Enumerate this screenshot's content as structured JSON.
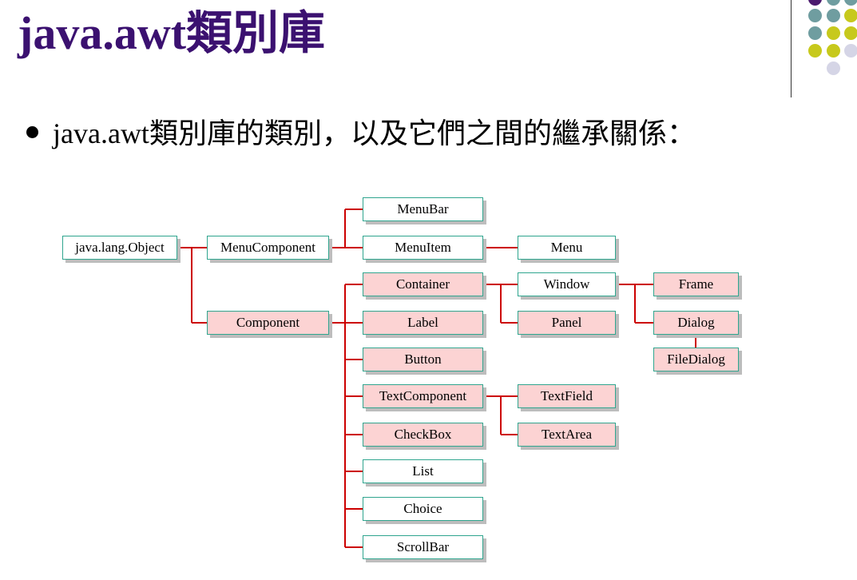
{
  "slide": {
    "title": "java.awt類別庫",
    "bullet": "java.awt類別庫的類別，以及它們之間的繼承關係："
  },
  "colors": {
    "title": "#3b1170",
    "connector": "#cc0000",
    "node_border": "#2fa58e",
    "node_pink_fill": "#fcd3d3",
    "node_white_fill": "#ffffff",
    "decor_purple": "#4b1a6e",
    "decor_teal": "#6f9da0",
    "decor_olive": "#c7c91c",
    "decor_lavender": "#d5d5e6"
  },
  "diagram": {
    "nodes": {
      "object": "java.lang.Object",
      "menu_component": "MenuComponent",
      "menubar": "MenuBar",
      "menuitem": "MenuItem",
      "menu": "Menu",
      "component": "Component",
      "container": "Container",
      "window": "Window",
      "frame": "Frame",
      "dialog": "Dialog",
      "filedialog": "FileDialog",
      "panel": "Panel",
      "label": "Label",
      "button": "Button",
      "textcomponent": "TextComponent",
      "textfield": "TextField",
      "textarea": "TextArea",
      "checkbox": "CheckBox",
      "list": "List",
      "choice": "Choice",
      "scrollbar": "ScrollBar"
    }
  }
}
